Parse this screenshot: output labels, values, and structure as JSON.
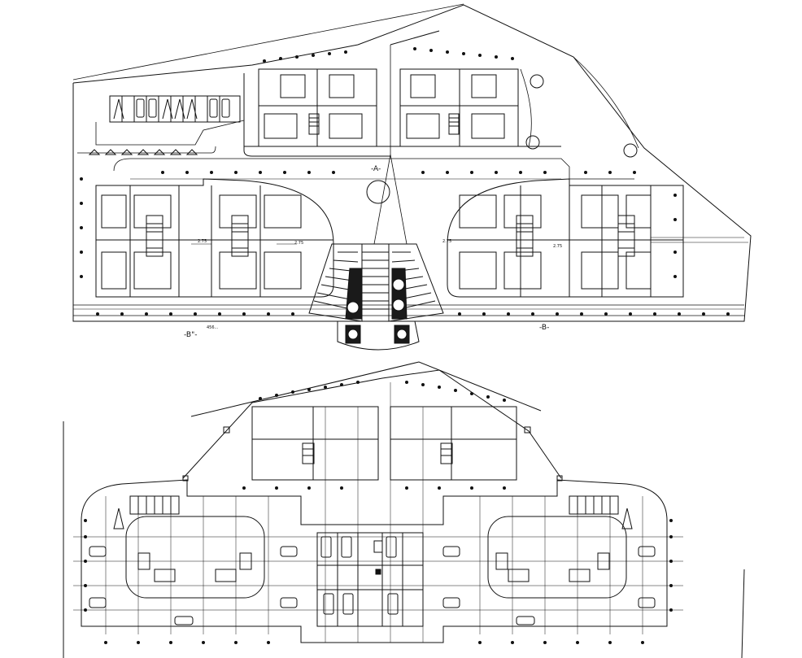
{
  "drawing": {
    "colors": {
      "line": "#111111",
      "background": "#ffffff",
      "fill_dark": "#1a1a1a"
    },
    "upper_plan": {
      "section_a": "-A-",
      "section_b_left": "-B\"-",
      "section_b_right": "-B-",
      "dim_note": "456..."
    },
    "lower_plan": {}
  }
}
